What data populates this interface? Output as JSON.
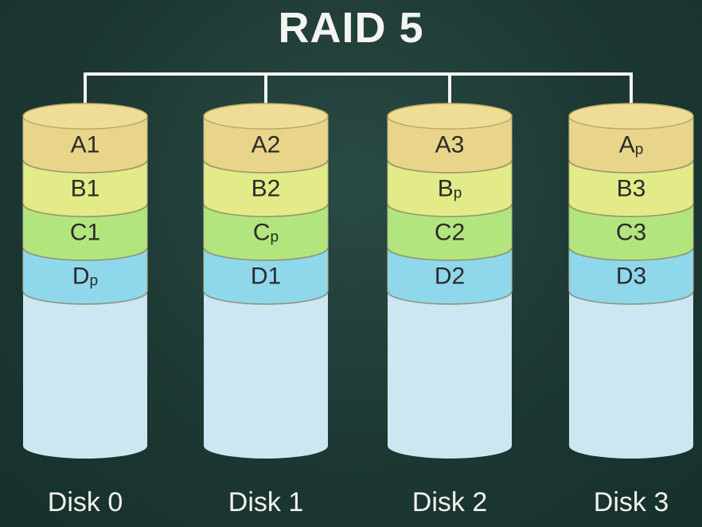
{
  "title": "RAID 5",
  "colors": {
    "background": "#1d3833",
    "connector": "#f4f4f2",
    "row_a": "#e9d58a",
    "row_b": "#e3eb88",
    "row_c": "#b3e57f",
    "row_d": "#8fd8ec",
    "empty": "#cde7f2"
  },
  "disks": [
    {
      "label": "Disk 0",
      "blocks": [
        {
          "main": "A1",
          "sub": ""
        },
        {
          "main": "B1",
          "sub": ""
        },
        {
          "main": "C1",
          "sub": ""
        },
        {
          "main": "D",
          "sub": "p"
        }
      ]
    },
    {
      "label": "Disk 1",
      "blocks": [
        {
          "main": "A2",
          "sub": ""
        },
        {
          "main": "B2",
          "sub": ""
        },
        {
          "main": "C",
          "sub": "p"
        },
        {
          "main": "D1",
          "sub": ""
        }
      ]
    },
    {
      "label": "Disk 2",
      "blocks": [
        {
          "main": "A3",
          "sub": ""
        },
        {
          "main": "B",
          "sub": "p"
        },
        {
          "main": "C2",
          "sub": ""
        },
        {
          "main": "D2",
          "sub": ""
        }
      ]
    },
    {
      "label": "Disk 3",
      "blocks": [
        {
          "main": "A",
          "sub": "p"
        },
        {
          "main": "B3",
          "sub": ""
        },
        {
          "main": "C3",
          "sub": ""
        },
        {
          "main": "D3",
          "sub": ""
        }
      ]
    }
  ]
}
